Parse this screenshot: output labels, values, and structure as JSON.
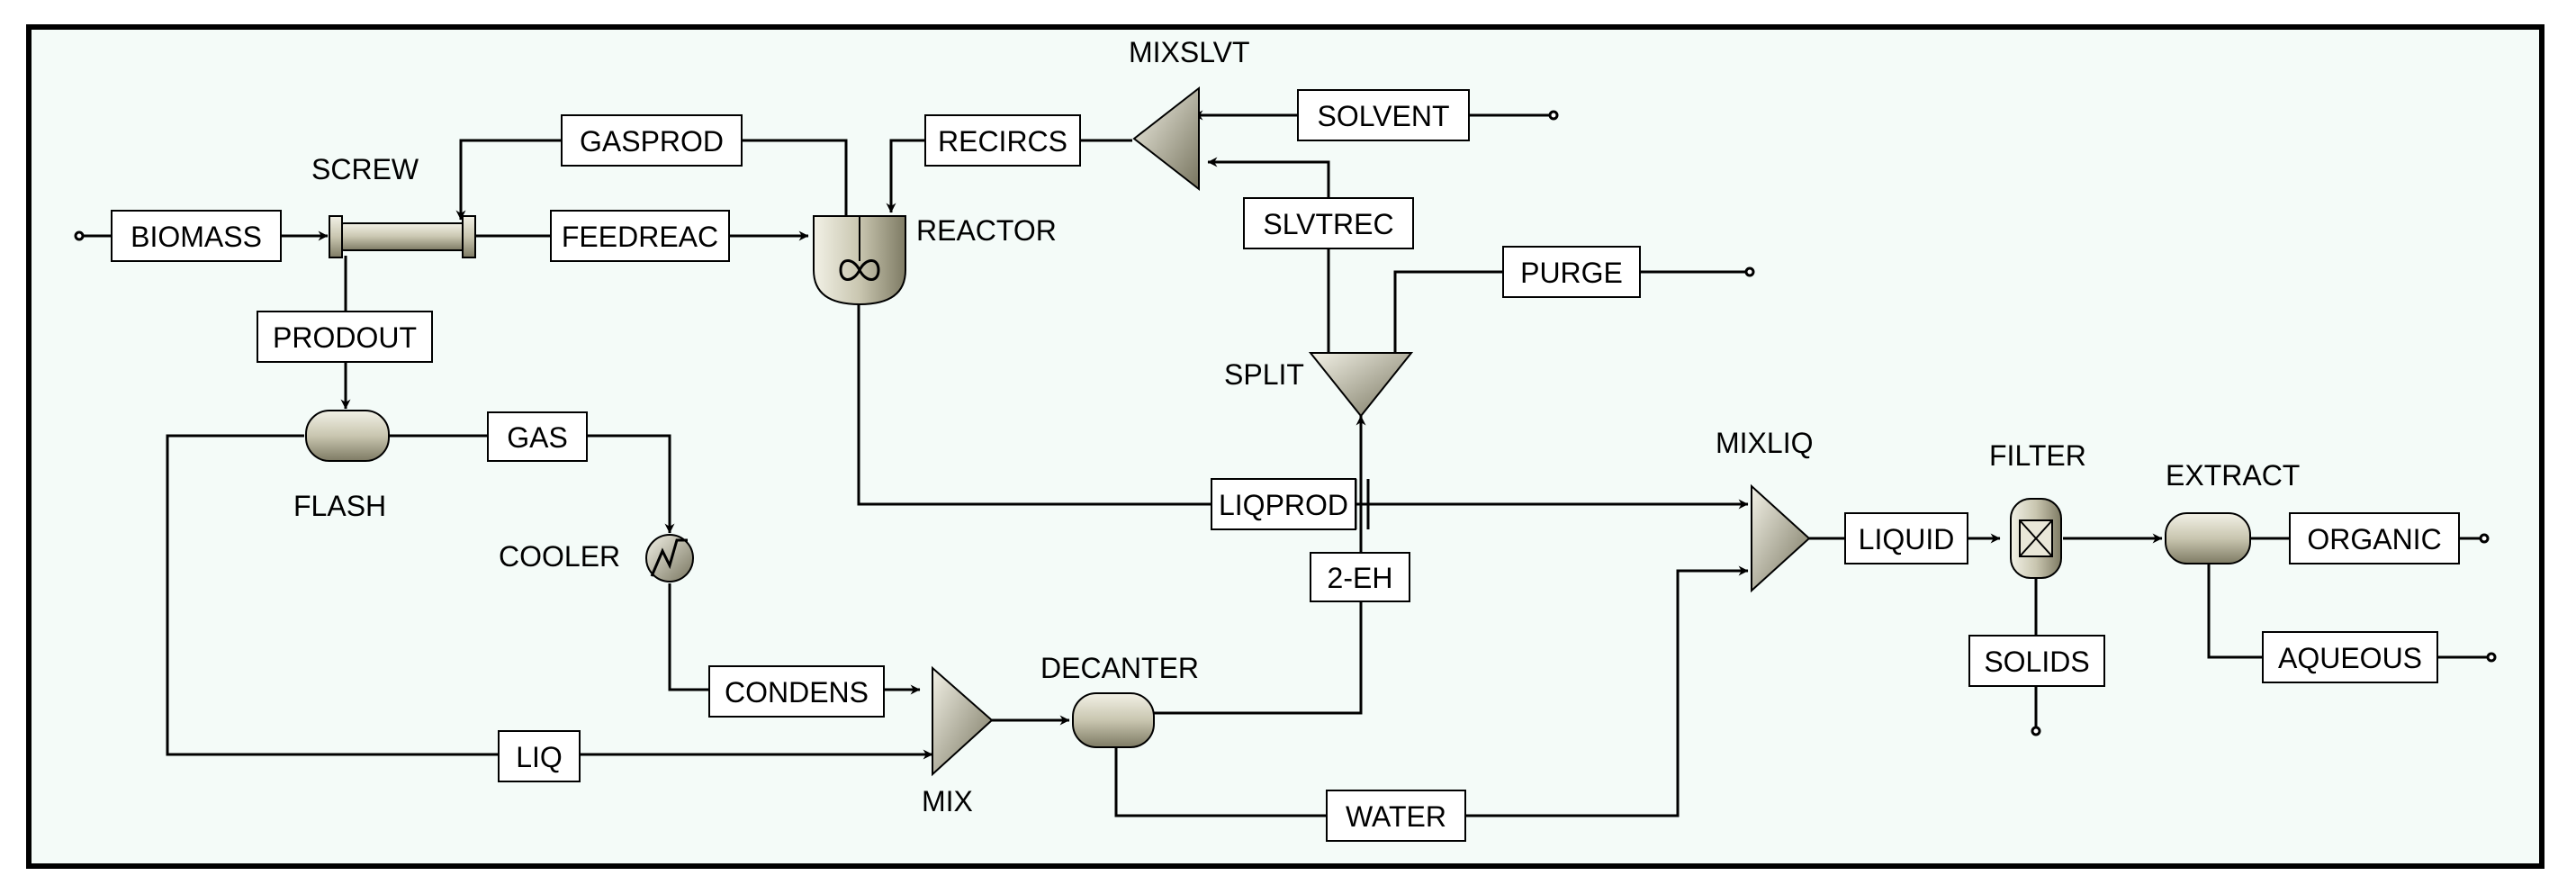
{
  "colors": {
    "background": "#f4fbf8",
    "frame": "#000000",
    "line": "#000000",
    "equipment_light": "#e4e2d2",
    "equipment_dark": "#8a8770",
    "box_fill": "#ffffff"
  },
  "streams": {
    "biomass": "BIOMASS",
    "feedreac": "FEEDREAC",
    "gasprod": "GASPROD",
    "recircs": "RECIRCS",
    "solvent": "SOLVENT",
    "slvtrec": "SLVTREC",
    "purge": "PURGE",
    "prodout": "PRODOUT",
    "gas": "GAS",
    "liqprod": "LIQPROD",
    "twoeh": "2-EH",
    "condens": "CONDENS",
    "liq": "LIQ",
    "water": "WATER",
    "liquid": "LIQUID",
    "solids": "SOLIDS",
    "organic": "ORGANIC",
    "aqueous": "AQUEOUS"
  },
  "units": {
    "screw": "SCREW",
    "reactor": "REACTOR",
    "mixslvt": "MIXSLVT",
    "split": "SPLIT",
    "flash": "FLASH",
    "cooler": "COOLER",
    "mix": "MIX",
    "decanter": "DECANTER",
    "mixliq": "MIXLIQ",
    "filter": "FILTER",
    "extract": "EXTRACT"
  }
}
